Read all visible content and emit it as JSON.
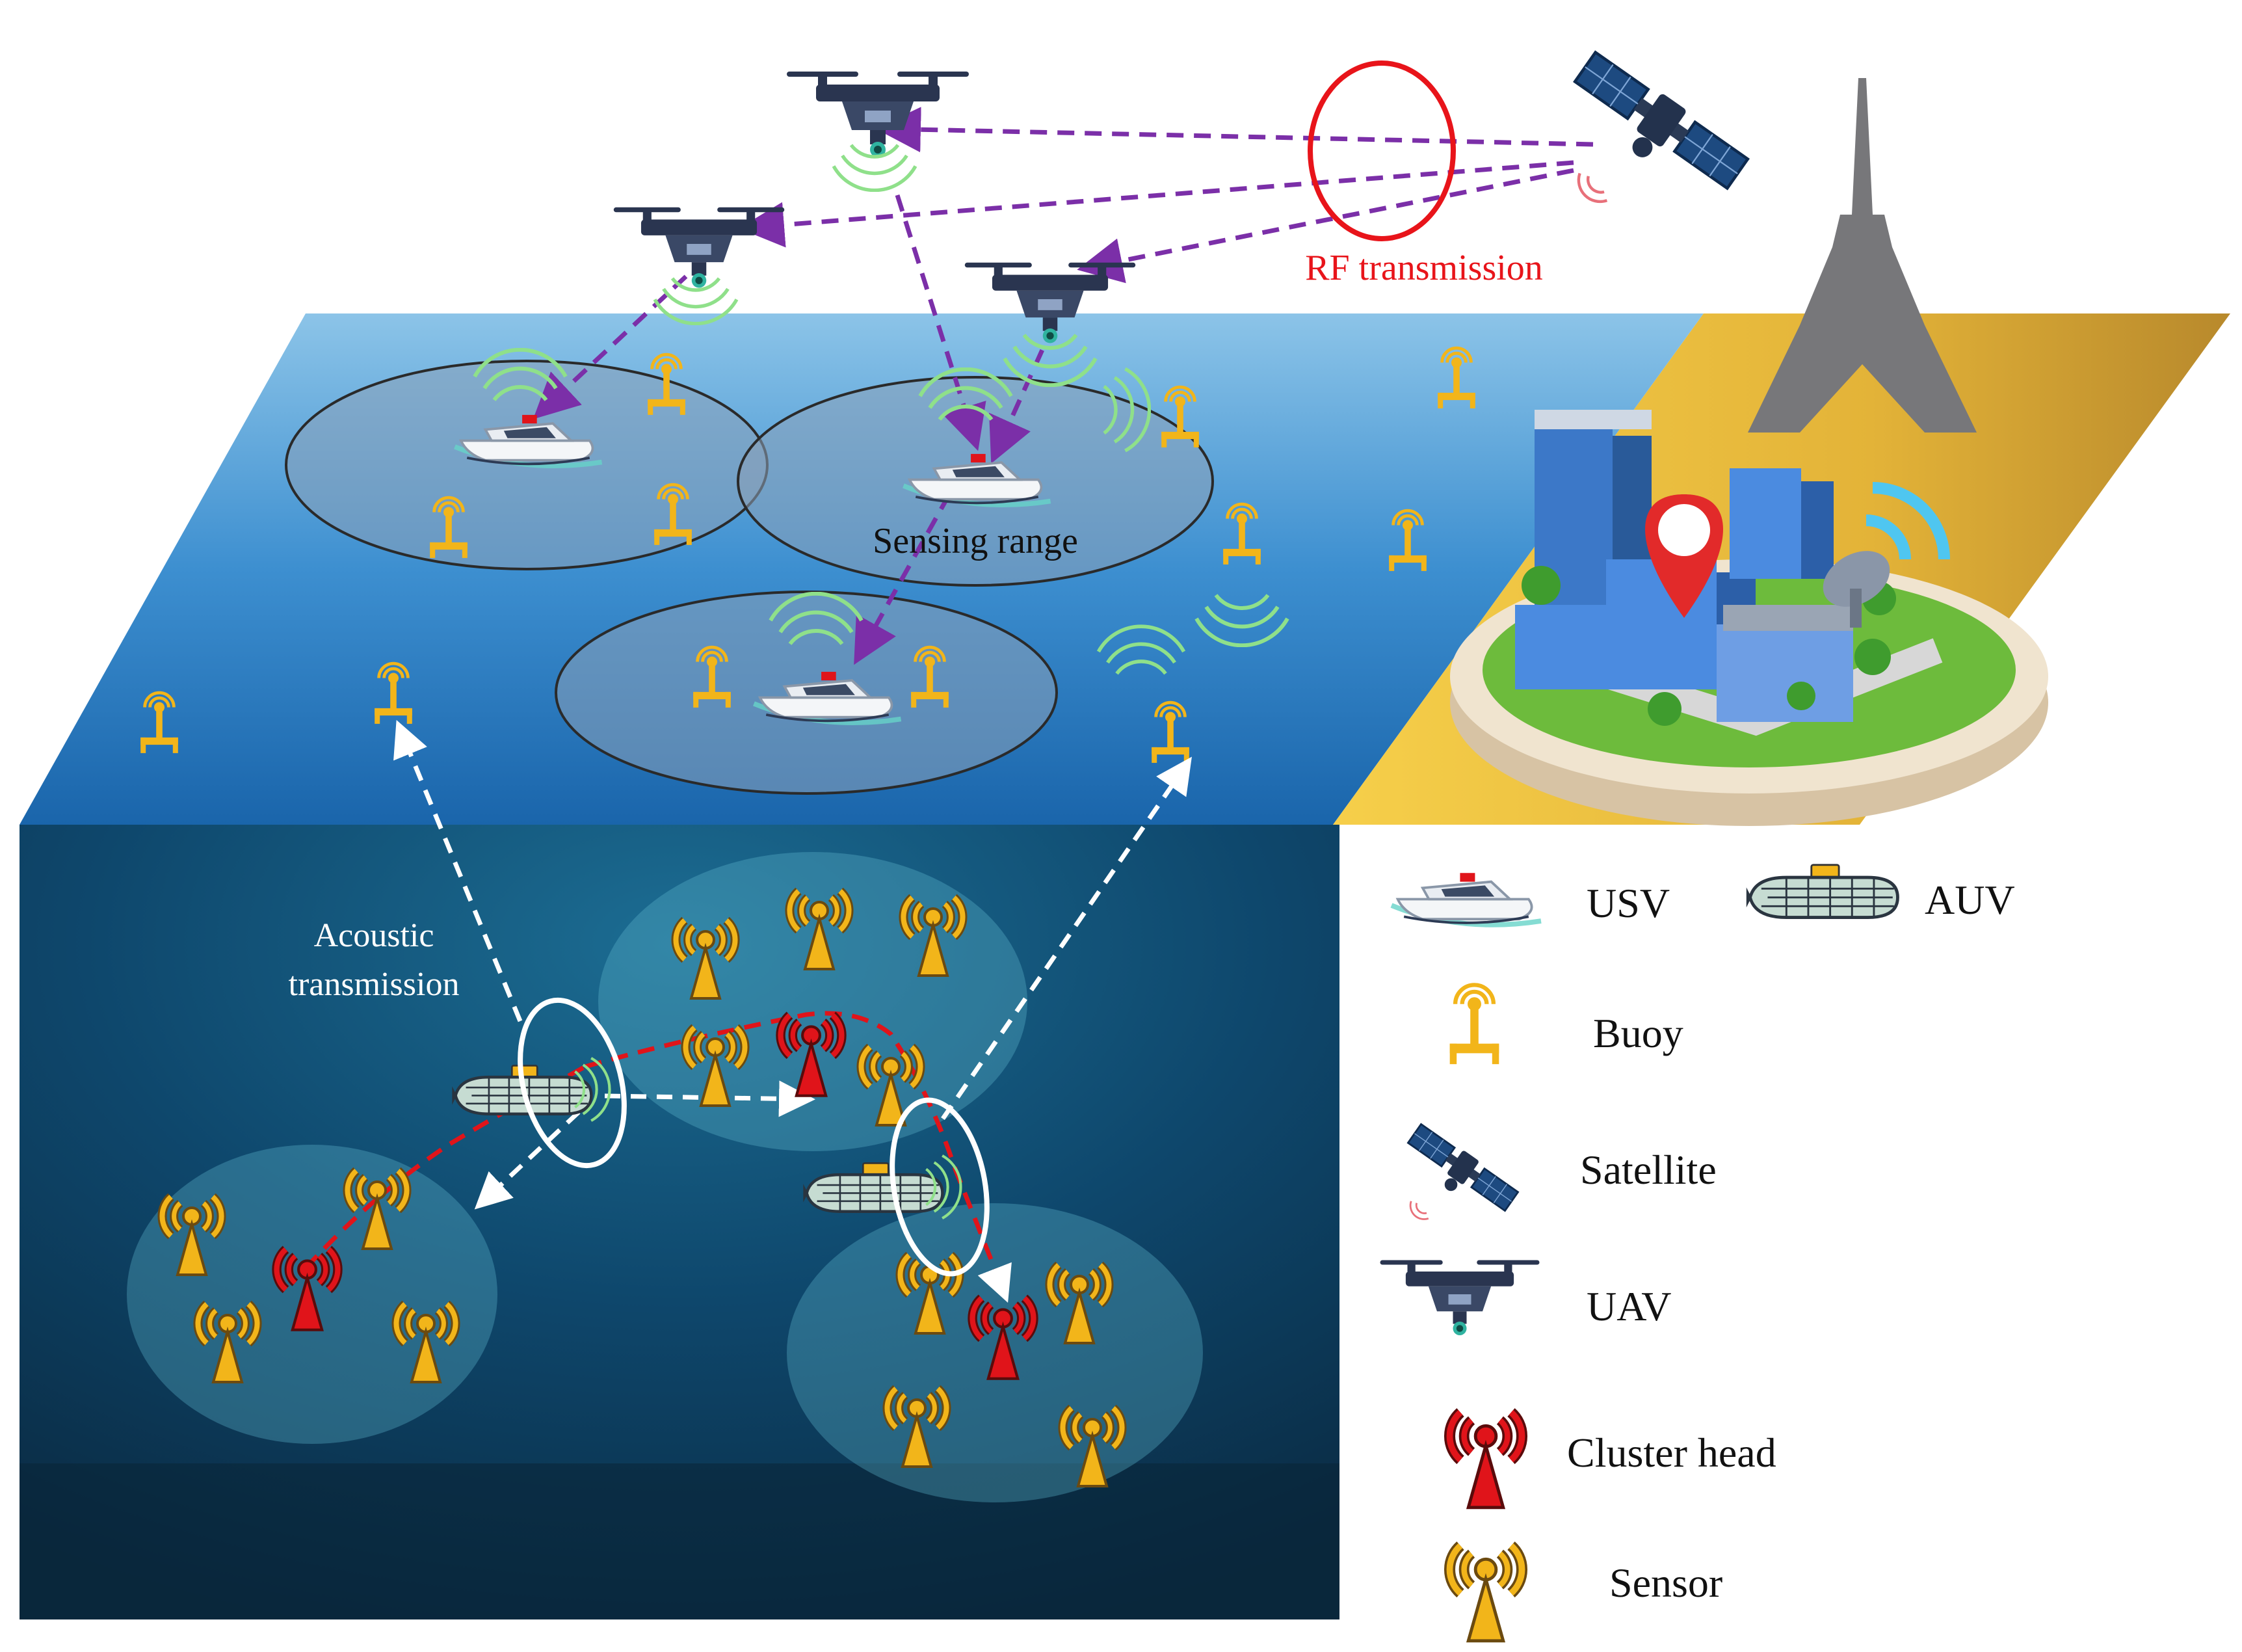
{
  "labels": {
    "rf_transmission": "RF transmission",
    "sensing_range": "Sensing range",
    "acoustic_line1": "Acoustic",
    "acoustic_line2": "transmission"
  },
  "legend": {
    "usv": "USV",
    "auv": "AUV",
    "buoy": "Buoy",
    "satellite": "Satellite",
    "uav": "UAV",
    "cluster_head": "Cluster head",
    "sensor": "Sensor"
  },
  "icons": [
    "satellite-icon",
    "uav-icon",
    "usv-icon",
    "auv-icon",
    "buoy-icon",
    "cluster-head-icon",
    "sensor-icon",
    "tower-icon",
    "city-icon",
    "location-pin-icon",
    "dish-icon"
  ],
  "colors": {
    "rf_label": "#e8141a",
    "rf_circle": "#e8141a",
    "uav_links": "#7b2fa8",
    "acoustic_links": "#ffffff",
    "cluster_route": "#e0141a",
    "sea_surface_top": "#8cc4e8",
    "sea_surface_bottom": "#1f6bb0",
    "underwater": "#0b3a5c",
    "land": "#e8b63c",
    "buoy": "#f2b51a",
    "cluster_head": "#e0141a",
    "sensor": "#f2b51a"
  }
}
